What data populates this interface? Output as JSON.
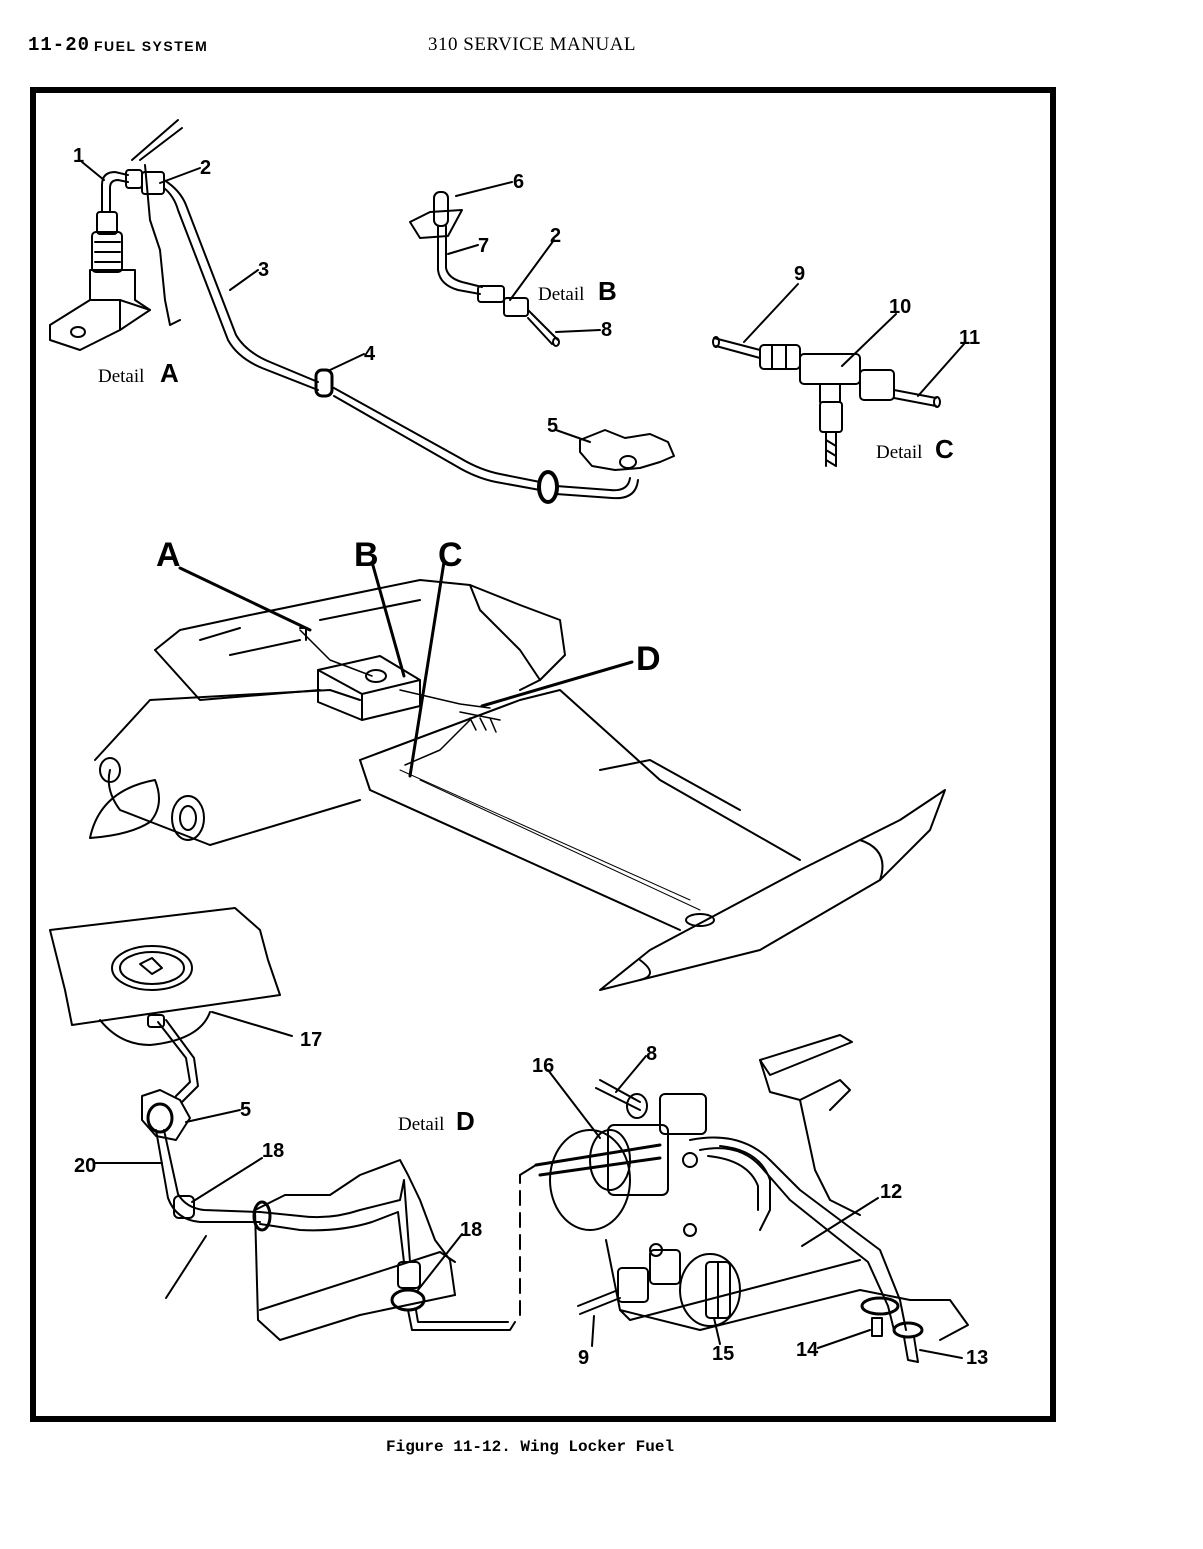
{
  "header": {
    "page_number": "11-20",
    "section": "FUEL SYSTEM",
    "manual_title": "310 SERVICE MANUAL"
  },
  "figure": {
    "caption": "Figure 11-12.  Wing Locker Fuel",
    "detail_word": "Detail",
    "detail_letters": [
      "A",
      "B",
      "C",
      "D"
    ],
    "callout_numbers": [
      "1",
      "2",
      "3",
      "4",
      "5",
      "6",
      "7",
      "8",
      "9",
      "10",
      "11",
      "12",
      "13",
      "14",
      "15",
      "16",
      "17",
      "18",
      "20"
    ]
  }
}
